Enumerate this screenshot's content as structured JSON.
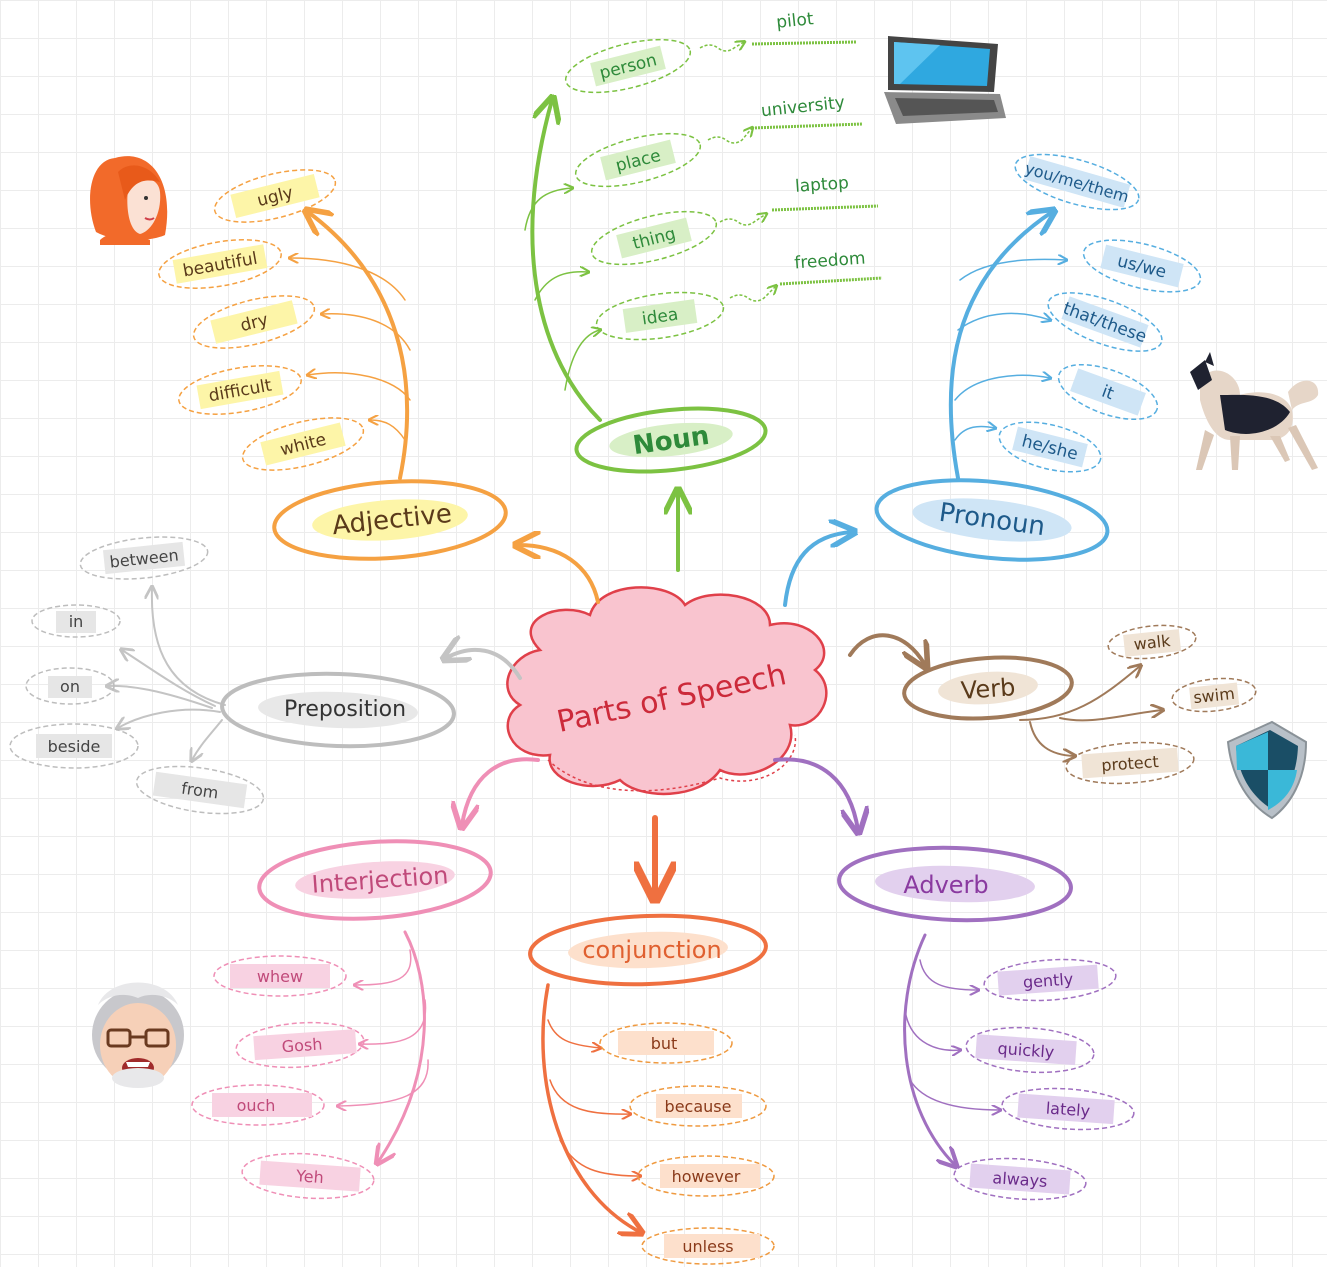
{
  "center": {
    "label": "Parts of Speech"
  },
  "categories": {
    "noun": {
      "label": "Noun",
      "color": "#7cc242",
      "dark": "#2e8a3a",
      "items": [
        "person",
        "place",
        "thing",
        "idea"
      ],
      "examples": [
        "pilot",
        "university",
        "laptop",
        "freedom"
      ]
    },
    "adjective": {
      "label": "Adjective",
      "color": "#f5a142",
      "dark": "#5a3a1a",
      "items": [
        "ugly",
        "beautiful",
        "dry",
        "difficult",
        "white"
      ]
    },
    "pronoun": {
      "label": "Pronoun",
      "color": "#56aee0",
      "dark": "#1e5a8a",
      "items": [
        "you/me/them",
        "us/we",
        "that/these",
        "it",
        "he/she"
      ]
    },
    "preposition": {
      "label": "Preposition",
      "color": "#b4b4b4",
      "dark": "#444444",
      "items": [
        "between",
        "in",
        "on",
        "beside",
        "from"
      ]
    },
    "verb": {
      "label": "Verb",
      "color": "#a07a5a",
      "dark": "#5a3a1a",
      "items": [
        "walk",
        "swim",
        "protect"
      ]
    },
    "interjection": {
      "label": "Interjection",
      "color": "#ef8fb6",
      "dark": "#c04a7a",
      "items": [
        "whew",
        "Gosh",
        "ouch",
        "Yeh"
      ]
    },
    "conjunction": {
      "label": "conjunction",
      "color": "#ef7040",
      "dark": "#e06030",
      "items": [
        "but",
        "because",
        "however",
        "unless"
      ]
    },
    "adverb": {
      "label": "Adverb",
      "color": "#a070c0",
      "dark": "#8a3aa0",
      "items": [
        "gently",
        "quickly",
        "lately",
        "always"
      ]
    }
  },
  "illustrations": [
    "woman-avatar-icon",
    "laptop-icon",
    "dog-icon",
    "shield-icon",
    "old-man-avatar-icon"
  ]
}
